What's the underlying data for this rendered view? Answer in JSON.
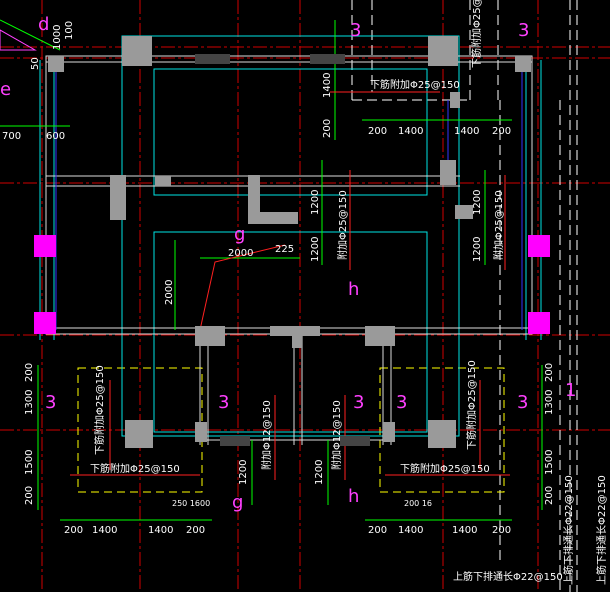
{
  "colors": {
    "background": "#000000",
    "wall": "#00e5e5",
    "dim": "#00ff00",
    "axis": "#d00000",
    "rebar": "#ff2020",
    "label": "#ffffff",
    "grid_tag": "#ff40ff",
    "column": "#9a9a9a",
    "pink_column": "#ff00ff",
    "accent_block": "#444444",
    "yellow": "#ffff00",
    "blue": "#3333ff"
  },
  "dims": {
    "d200_tl": "200",
    "d1400_tl": "1400",
    "d1400_tr": "1400",
    "d200_tr": "200",
    "d1400_v_top": "1400",
    "d200_v_top": "200",
    "d1200_m1": "1200",
    "d1200_m2": "1200",
    "d1200_r1": "1200",
    "d1200_r2": "1200",
    "d2000_h": "2000",
    "d225": "225",
    "d2000_v": "2000",
    "d200_l_top": "200",
    "d1300_l": "1300",
    "d1500_l": "1500",
    "d200_l_bot": "200",
    "d200_r_top": "200",
    "d1300_r": "1300",
    "d1500_r": "1500",
    "d200_r_bot": "200",
    "b_l_200a": "200",
    "b_l_1400a": "1400",
    "b_l_1400b": "1400",
    "b_l_200b": "200",
    "b_r_200a": "200",
    "b_r_1400a": "1400",
    "b_r_1400b": "1400",
    "b_r_200b": "200",
    "d1200_bc1": "1200",
    "d1200_bc2": "1200",
    "left_700": "700",
    "left_600": "600",
    "left_50": "50",
    "left_1000": "1000",
    "left_100": "100",
    "small_bl": "250 1600",
    "small_br": "200 16"
  },
  "grid_tags": {
    "d_tl": "d",
    "three_top": "3",
    "three_tr": "3",
    "g_mid": "g",
    "h_mid": "h",
    "three_l": "3",
    "three_bl": "3",
    "three_bc": "3",
    "three_br": "3",
    "three_r": "3",
    "g_bot": "g",
    "h_bot": "h",
    "one_r": "1",
    "e_l": "e"
  },
  "rebar_labels": {
    "top_right": "下筋附加Φ25@150",
    "top_vertical": "下筋附加Φ25@150",
    "mid_v1": "附加Φ25@150",
    "mid_v2": "附加Φ25@150",
    "left_v": "下筋附加Φ25@150",
    "left_h": "下筋附加Φ25@150",
    "bc_v1": "附加Φ12@150",
    "bc_v2": "附加Φ12@150",
    "right_v": "下筋附加Φ25@150",
    "right_h": "下筋附加Φ25@150",
    "far_r1": "上筋下排通长Φ22@150",
    "far_r2": "上筋下排通长Φ22@150",
    "bottom": "上筋下排通长Φ22@150"
  }
}
